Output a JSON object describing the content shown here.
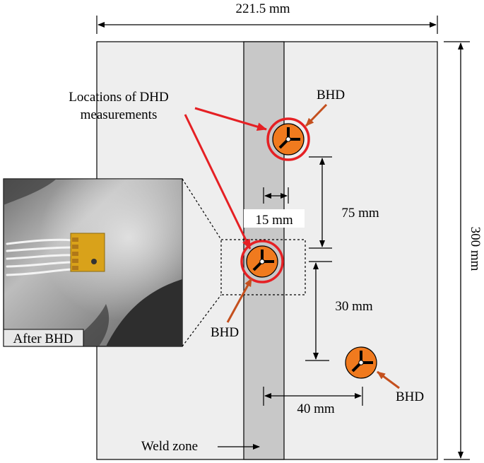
{
  "dimensions": {
    "plate_width": "221.5 mm",
    "plate_height": "300 mm",
    "weld_width": "15 mm",
    "spacing_top": "75 mm",
    "spacing_mid": "30 mm",
    "spacing_horizontal": "40 mm"
  },
  "labels": {
    "dhd_locations": [
      "Locations of DHD",
      "measurements"
    ],
    "bhd_top": "BHD",
    "bhd_mid": "BHD",
    "bhd_bottom": "BHD",
    "weld_zone": "Weld zone",
    "inset_caption": "After BHD"
  },
  "colors": {
    "plate": "#eeeeee",
    "weld": "#c8c8c8",
    "gauge": "#f07a1e",
    "highlight_red": "#e52024",
    "pointer_brown": "#c4501e"
  },
  "icons": {
    "rosette": "strain-gauge-rosette-icon"
  }
}
